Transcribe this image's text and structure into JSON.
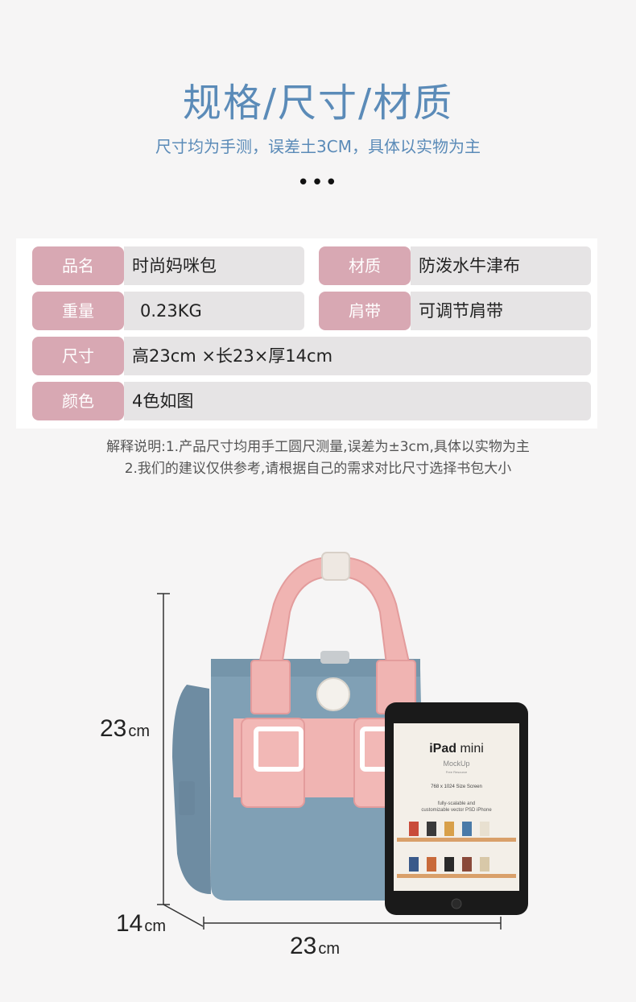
{
  "header": {
    "title": "规格/尺寸/材质",
    "subtitle": "尺寸均为手测，误差土3CM，具体以实物为主",
    "dots": "•••"
  },
  "specs": {
    "name_label": "品名",
    "name_value": "时尚妈咪包",
    "material_label": "材质",
    "material_value": "防泼水牛津布",
    "weight_label": "重量",
    "weight_value": "0.23KG",
    "strap_label": "肩带",
    "strap_value": "可调节肩带",
    "size_label": "尺寸",
    "size_value": "高23cm ×长23×厚14cm",
    "color_label": "颜色",
    "color_value": "4色如图"
  },
  "notes": {
    "line1": "解释说明:1.产品尺寸均用手工圆尺测量,误差为±3cm,具体以实物为主",
    "line2": "2.我们的建议仅供参考,请根据自己的需求对比尺寸选择书包大小"
  },
  "dimensions": {
    "height_value": "23",
    "height_unit": "cm",
    "depth_value": "14",
    "depth_unit": "cm",
    "width_value": "23",
    "width_unit": "cm"
  },
  "ipad": {
    "title_bold": "iPad",
    "title_light": " mini",
    "mockup": "MockUp",
    "free": "Free Resource",
    "size": "768 x 1024 Size Screen",
    "desc1": "fully-scalable and",
    "desc2": "customizable vector PSD iPhone"
  },
  "colors": {
    "accent_blue": "#5b8bb8",
    "label_pink": "#d8a8b3",
    "value_gray": "#e6e4e5",
    "bag_blue": "#7f9cb1",
    "bag_pink": "#f0b4b2"
  }
}
